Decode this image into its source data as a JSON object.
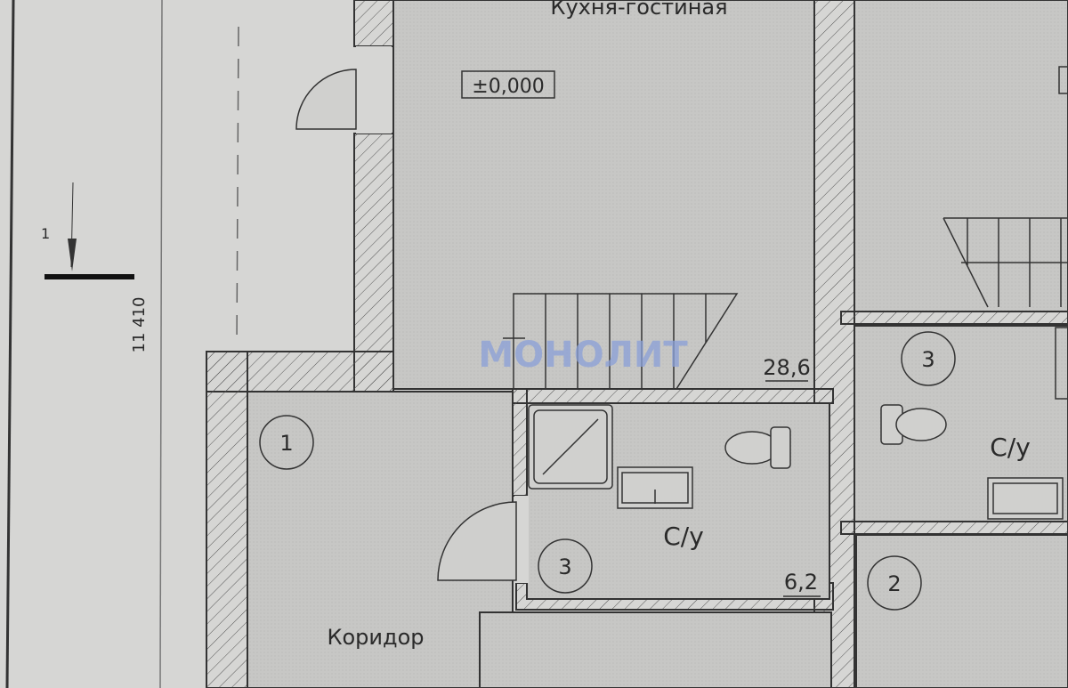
{
  "plan": {
    "kitchen_label": "Кухня-гостиная",
    "level_mark": "±0,000",
    "kitchen_area": "28,6",
    "section_mark": "1",
    "dimension": "11 410",
    "watermark": "МОНОЛИТ",
    "corridor": {
      "number": "1",
      "label": "Коридор"
    },
    "bathroom": {
      "number": "3",
      "label": "С/у",
      "area": "6,2"
    },
    "right_bathroom": {
      "number": "3",
      "label": "С/у"
    },
    "right_room": {
      "number": "2"
    }
  },
  "colors": {
    "paper": "#d6d6d4",
    "room": "#c6c6c4",
    "line": "#2a2a2a",
    "watermark": "#8aa0d8",
    "watermark_accent": "#e0a080"
  }
}
